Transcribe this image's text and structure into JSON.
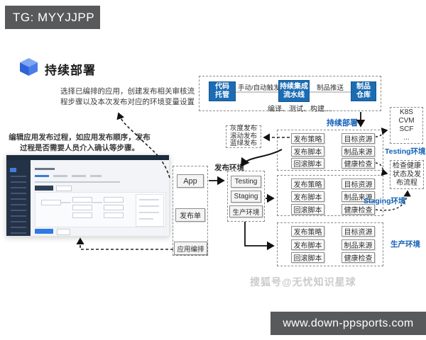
{
  "header_tag": "TG: MYYJJPP",
  "footer_url": "www.down-ppsports.com",
  "watermark": "搜狐号@无忧知识星球",
  "title": "持续部署",
  "notes": {
    "select": "选择已编排的应用，创建发布相关审核流程步骤以及本次发布对应的环境变量设置",
    "edit": "编辑应用发布过程，如应用发布顺序，发布过程是否需要人员介入确认等步骤。"
  },
  "ci_pipeline": {
    "stages": [
      {
        "name": "代码托管",
        "lines": [
          "代码",
          "托管"
        ]
      },
      {
        "name": "持续集成流水线",
        "lines": [
          "持续集成",
          "流水线"
        ]
      },
      {
        "name": "制品仓库",
        "lines": [
          "制品",
          "仓库"
        ]
      }
    ],
    "trigger_label": "手动/自动触发",
    "push_label": "制品推送",
    "steps_label": "编译、测试、构建...."
  },
  "cd_label": "持续部署",
  "app_column": {
    "items": [
      "App",
      "发布单",
      "应用编排"
    ]
  },
  "release_env": {
    "label": "发布环境",
    "items": [
      "Testing",
      "Staging",
      "生产环境"
    ]
  },
  "strategies": {
    "items": [
      "灰度发布",
      "滚动发布",
      "蓝绿发布"
    ]
  },
  "env_groups": [
    {
      "env": "Testing环境",
      "left": [
        "发布策略",
        "发布脚本",
        "回滚脚本"
      ],
      "right": [
        "目标资源",
        "制品来源",
        "健康检查"
      ]
    },
    {
      "env": "Staging环境",
      "left": [
        "发布策略",
        "发布脚本",
        "回滚脚本"
      ],
      "right": [
        "目标资源",
        "制品来源",
        "健康检查"
      ]
    },
    {
      "env": "生产环境",
      "left": [
        "发布策略",
        "发布脚本",
        "回滚脚本"
      ],
      "right": [
        "目标资源",
        "制品来源",
        "健康检查"
      ]
    }
  ],
  "resources_box": {
    "lines": [
      "K8S",
      "CVM",
      "SCF",
      "..."
    ]
  },
  "health_check_box": "检查健康状态及发布流程",
  "colors": {
    "accent_blue": "#1b6cb3",
    "label_blue": "#1461b8",
    "bar_gray": "#58595b"
  }
}
